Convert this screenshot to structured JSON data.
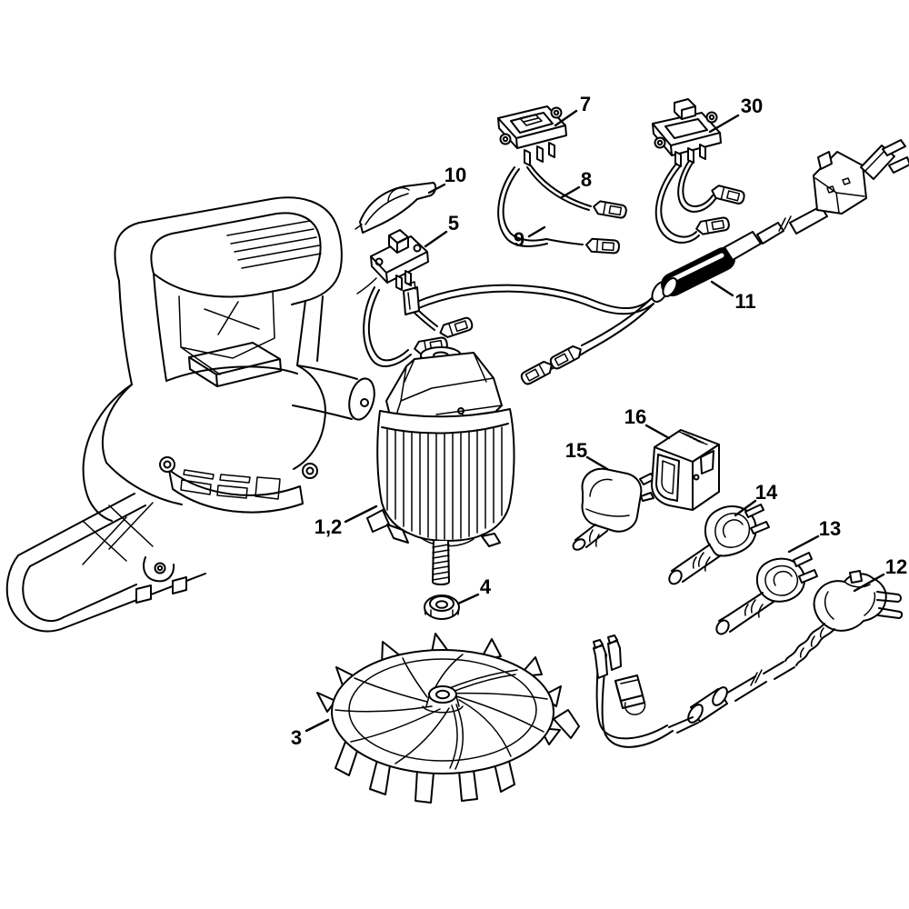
{
  "page": {
    "background": "#ffffff",
    "line_color": "#000000",
    "label_color": "#000000"
  },
  "diagram": {
    "kind": "exploded-parts-diagram",
    "description": "Exploded parts line drawing of an electric blower: housing, electric motor, fan wheel, nut, switches, wiring, power cords and plugs",
    "parts": [
      {
        "ref": "1,2",
        "name": "electric-motor"
      },
      {
        "ref": "3",
        "name": "fan-wheel"
      },
      {
        "ref": "4",
        "name": "nut"
      },
      {
        "ref": "5",
        "name": "slide-switch"
      },
      {
        "ref": "7",
        "name": "switch-assembly"
      },
      {
        "ref": "8",
        "name": "wire"
      },
      {
        "ref": "9",
        "name": "wire"
      },
      {
        "ref": "10",
        "name": "switch-cover"
      },
      {
        "ref": "11",
        "name": "power-cord-with-flat-pin-plug"
      },
      {
        "ref": "12",
        "name": "power-cord-with-round-plug"
      },
      {
        "ref": "13",
        "name": "flat-two-pin-plug"
      },
      {
        "ref": "14",
        "name": "contoured-two-pin-plug"
      },
      {
        "ref": "15",
        "name": "appliance-connector-plug"
      },
      {
        "ref": "16",
        "name": "connector-housing"
      },
      {
        "ref": "30",
        "name": "switch-assembly"
      }
    ]
  }
}
